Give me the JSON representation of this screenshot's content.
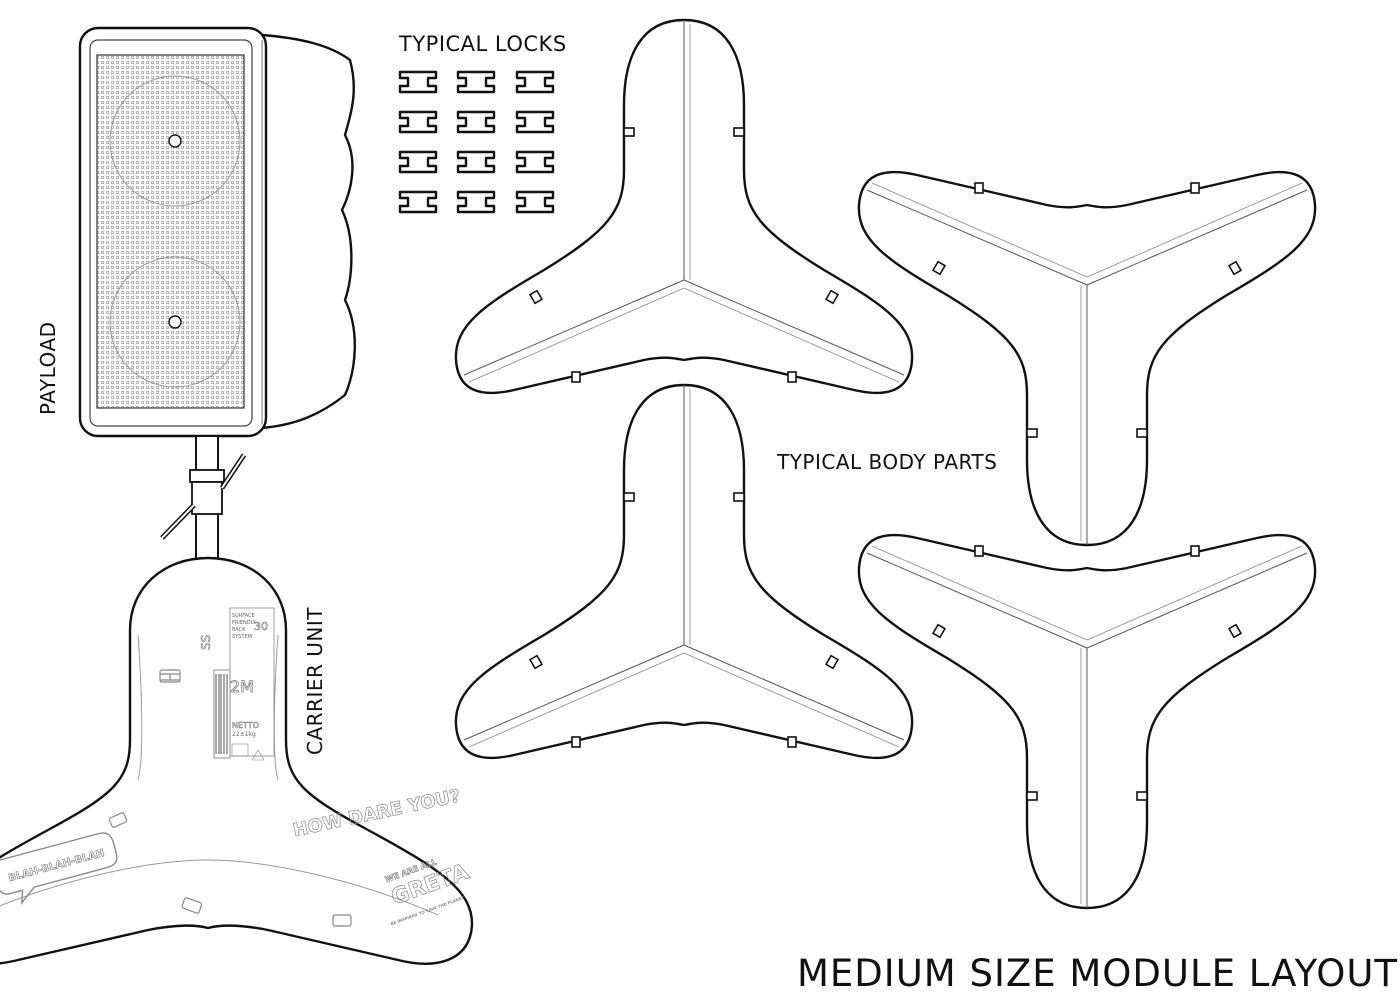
{
  "labels": {
    "typical_locks": "TYPICAL LOCKS",
    "typical_body_parts": "TYPICAL BODY PARTS",
    "payload": "PAYLOAD",
    "carrier_unit": "CARRIER UNIT",
    "title": "MEDIUM SIZE MODULE LAYOUT"
  },
  "carrier_graphics": {
    "bubble_text": "BLAH-BLAH-BLAH",
    "slogan_1": "HOW DARE YOU?",
    "slogan_2": "WE ARE ALL",
    "slogan_3": "GRETA",
    "slogan_4": "BE INSPIRED TO SAVE THE PLANET",
    "sticker_line_1": "SURFACE",
    "sticker_line_2": "FRIENDLY",
    "sticker_line_3": "BACK",
    "sticker_line_4": "SYSTEM",
    "sticker_big": "SS",
    "sticker_num": "30",
    "sticker_netto": "NETTO",
    "sticker_weight": "22±1kg",
    "sticker_size": "2M"
  },
  "colors": {
    "line": "#111111",
    "light": "#9a9a9a",
    "background": "#ffffff"
  }
}
